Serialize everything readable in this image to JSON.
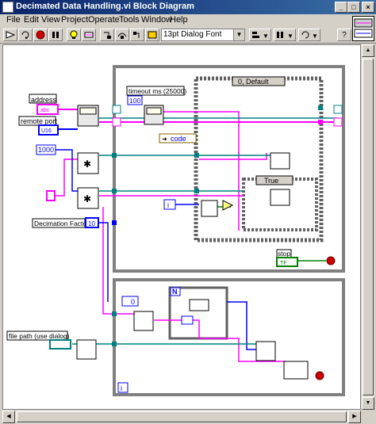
{
  "window": {
    "title": "Decimated Data Handling.vi Block Diagram",
    "minimize_glyph": "_",
    "maximize_glyph": "□",
    "close_glyph": "×"
  },
  "menu": {
    "items": [
      "File",
      "Edit",
      "View",
      "Project",
      "Operate",
      "Tools",
      "Window",
      "Help"
    ]
  },
  "toolbar": {
    "font_select": "13pt Dialog Font",
    "help_glyph": "?"
  },
  "diagram": {
    "labels": {
      "address": "address",
      "remote_port": "remote port",
      "decimation_factor": "Decimation Factor",
      "file_path": "file path (use dialog)",
      "timeout": "timeout ms (25000)",
      "stop": "stop"
    },
    "constants": {
      "timeout_value": "100",
      "interval_value": "1000",
      "decimation_value": "10",
      "code": "code"
    },
    "case_structures": {
      "outer_case": "0, Default",
      "inner_case": "True"
    },
    "loop_labels": {
      "iteration": "i",
      "count": "N"
    },
    "terminal_text": {
      "address_type": "abc",
      "port_type": "U16",
      "bool_type": "TF",
      "index_zero": "0"
    }
  },
  "colors": {
    "string_wire": "#ff00ff",
    "numeric_wire": "#0000ff",
    "refnum_wire": "#006b6b",
    "error_wire": "#8b6914",
    "bool_wire": "#008000",
    "structure_frame": "#808080"
  },
  "icons": [
    "run-arrow-icon",
    "run-continuous-icon",
    "abort-icon",
    "pause-icon",
    "highlight-execution-icon",
    "retain-wire-values-icon",
    "step-into-icon",
    "step-over-icon",
    "step-out-icon",
    "align-objects-icon",
    "distribute-objects-icon",
    "reorder-icon",
    "context-help-icon",
    "tcp-open-icon",
    "tcp-read-icon",
    "decimate-icon",
    "write-file-icon",
    "close-file-icon",
    "stop-icon"
  ]
}
